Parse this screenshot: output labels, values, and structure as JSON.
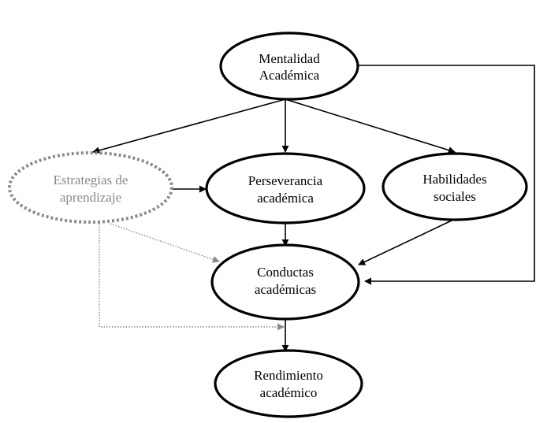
{
  "diagram": {
    "nodes": {
      "mentalidad": {
        "line1": "Mentalidad",
        "line2": "Académica"
      },
      "estrategias": {
        "line1": "Estrategias de",
        "line2": "aprendizaje"
      },
      "perseverancia": {
        "line1": "Perseverancia",
        "line2": "académica"
      },
      "habilidades": {
        "line1": "Habilidades",
        "line2": "sociales"
      },
      "conductas": {
        "line1": "Conductas",
        "line2": "académicas"
      },
      "rendimiento": {
        "line1": "Rendimiento",
        "line2": "académico"
      }
    },
    "colors": {
      "solid": "#000000",
      "dotted": "#8a8a8a",
      "background": "#ffffff"
    }
  }
}
